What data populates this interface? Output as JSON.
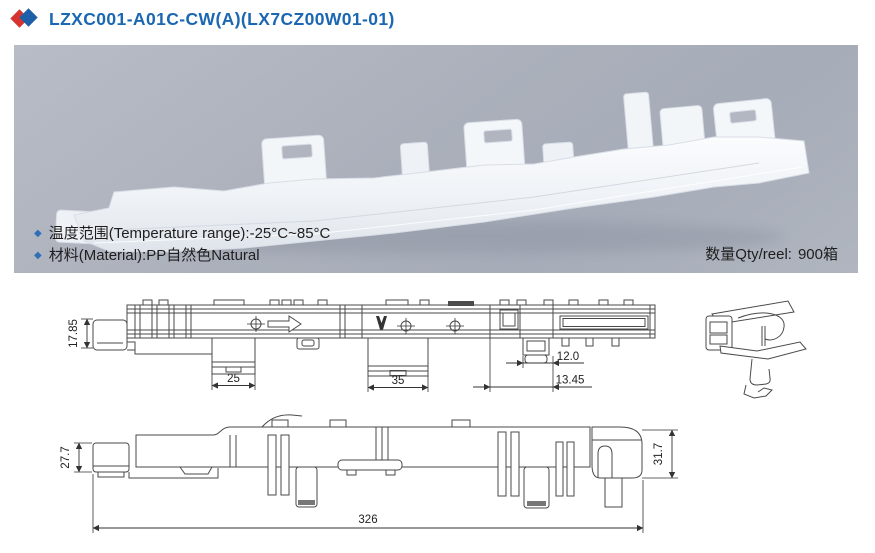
{
  "header": {
    "title": "LZXC001-A01C-CW(A)(LX7CZ00W01-01)"
  },
  "product": {
    "specs": [
      "温度范围(Temperature range):-25°C~85°C",
      "材料(Material):PP自然色Natural"
    ],
    "qty_label": "数量Qty/reel:",
    "qty_value": "900箱"
  },
  "drawing": {
    "top": {
      "height": "17.85",
      "width1": "25",
      "width2": "35",
      "offset1": "12.0",
      "offset2": "13.45"
    },
    "bottom": {
      "height_left": "27.7",
      "height_right": "31.7",
      "length": "326"
    }
  },
  "colors": {
    "accent_blue": "#1b67b2",
    "accent_red": "#d53430",
    "photo_bg": "#abb0bb"
  }
}
